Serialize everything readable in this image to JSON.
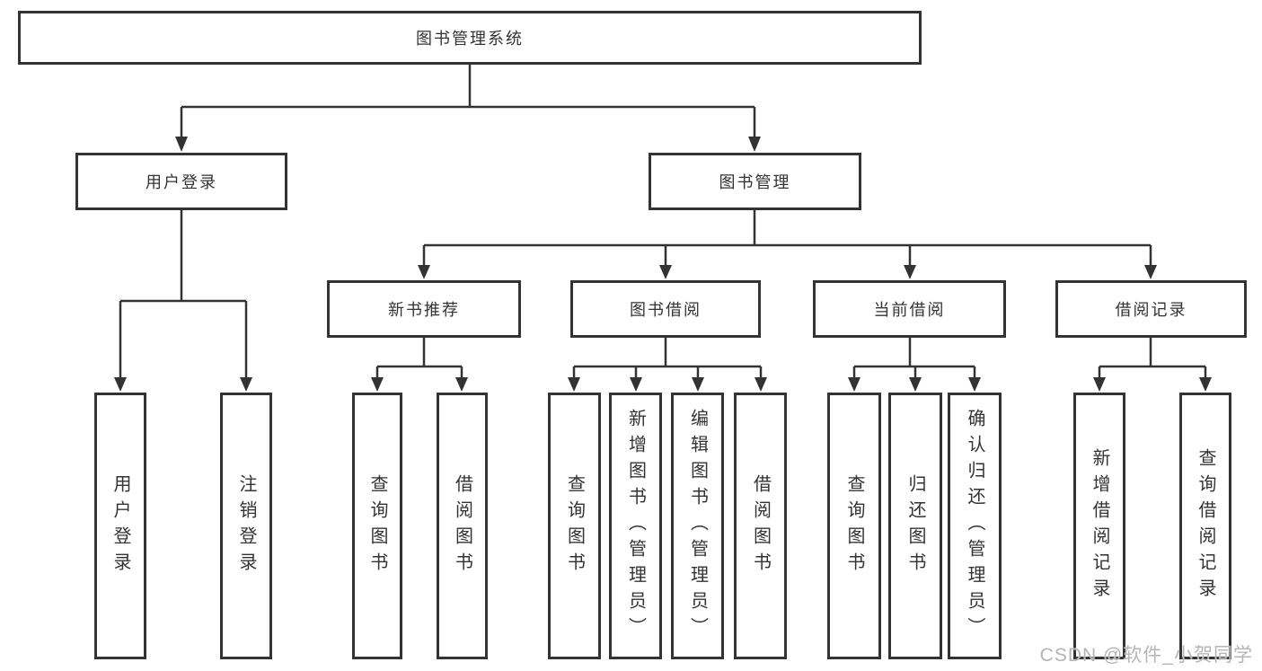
{
  "diagram": {
    "type": "tree",
    "root": {
      "label": "图书管理系统"
    },
    "level2": [
      {
        "label": "用户登录",
        "children": [
          {
            "label": "用户登录"
          },
          {
            "label": "注销登录"
          }
        ]
      },
      {
        "label": "图书管理",
        "children": [
          {
            "label": "新书推荐",
            "children": [
              {
                "label": "查询图书"
              },
              {
                "label": "借阅图书"
              }
            ]
          },
          {
            "label": "图书借阅",
            "children": [
              {
                "label": "查询图书"
              },
              {
                "label": "新增图书（管理员）"
              },
              {
                "label": "编辑图书（管理员）"
              },
              {
                "label": "借阅图书"
              }
            ]
          },
          {
            "label": "当前借阅",
            "children": [
              {
                "label": "查询图书"
              },
              {
                "label": "归还图书"
              },
              {
                "label": "确认归还（管理员）"
              }
            ]
          },
          {
            "label": "借阅记录",
            "children": [
              {
                "label": "新增借阅记录"
              },
              {
                "label": "查询借阅记录"
              }
            ]
          }
        ]
      }
    ]
  },
  "watermark": {
    "text": "CSDN @软件_小贺同学",
    "color": "#b5b5b5"
  },
  "colors": {
    "line": "#333333",
    "box_border": "#333333",
    "text": "#333333",
    "background": "#ffffff"
  }
}
